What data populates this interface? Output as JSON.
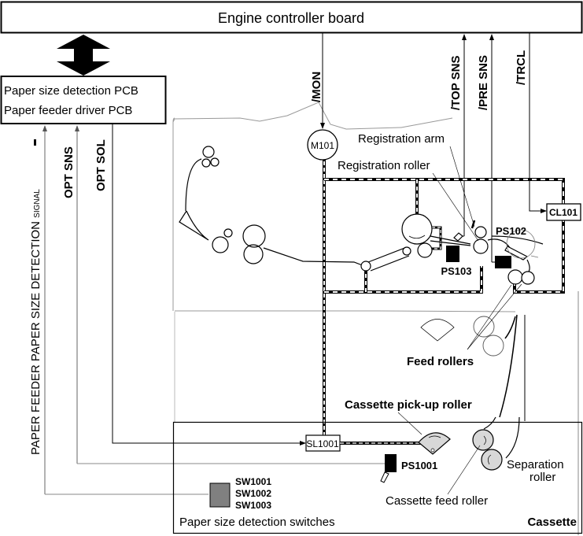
{
  "engine_board": {
    "title": "Engine controller board"
  },
  "pcb_box": {
    "line1": "Paper size detection PCB",
    "line2": "Paper feeder driver PCB"
  },
  "left_signals": [
    {
      "label": "PAPER FEEDER PAPER SIZE DETECTION",
      "suffix": "SIGNAL",
      "direction": "up"
    },
    {
      "label": "OPT SNS",
      "direction": "up"
    },
    {
      "label": "OPT SOL",
      "direction": "down"
    }
  ],
  "top_signals": [
    {
      "label": "/MON",
      "direction": "down"
    },
    {
      "label": "/TOP SNS",
      "direction": "up"
    },
    {
      "label": "/PRE SNS",
      "direction": "up"
    },
    {
      "label": "/TRCL",
      "direction": "down"
    }
  ],
  "components": {
    "motor": "M101",
    "clutch": "CL101",
    "solenoid": "SL1001",
    "sensor_ps102": "PS102",
    "sensor_ps103": "PS103",
    "sensor_ps1001": "PS1001",
    "switches": [
      "SW1001",
      "SW1002",
      "SW1003"
    ]
  },
  "callouts": {
    "registration_arm": "Registration arm",
    "registration_roller": "Registration roller",
    "feed_rollers": "Feed rollers",
    "cassette_pickup_roller": "Cassette pick-up roller",
    "separation_roller_1": "Separation",
    "separation_roller_2": "roller",
    "cassette_feed_roller": "Cassette feed roller",
    "paper_size_switches": "Paper size detection switches",
    "cassette": "Cassette"
  },
  "colors": {
    "line": "#000000",
    "gray_line": "#888888",
    "switch_fill": "#808080",
    "roller_fill": "#d8d8d8"
  }
}
